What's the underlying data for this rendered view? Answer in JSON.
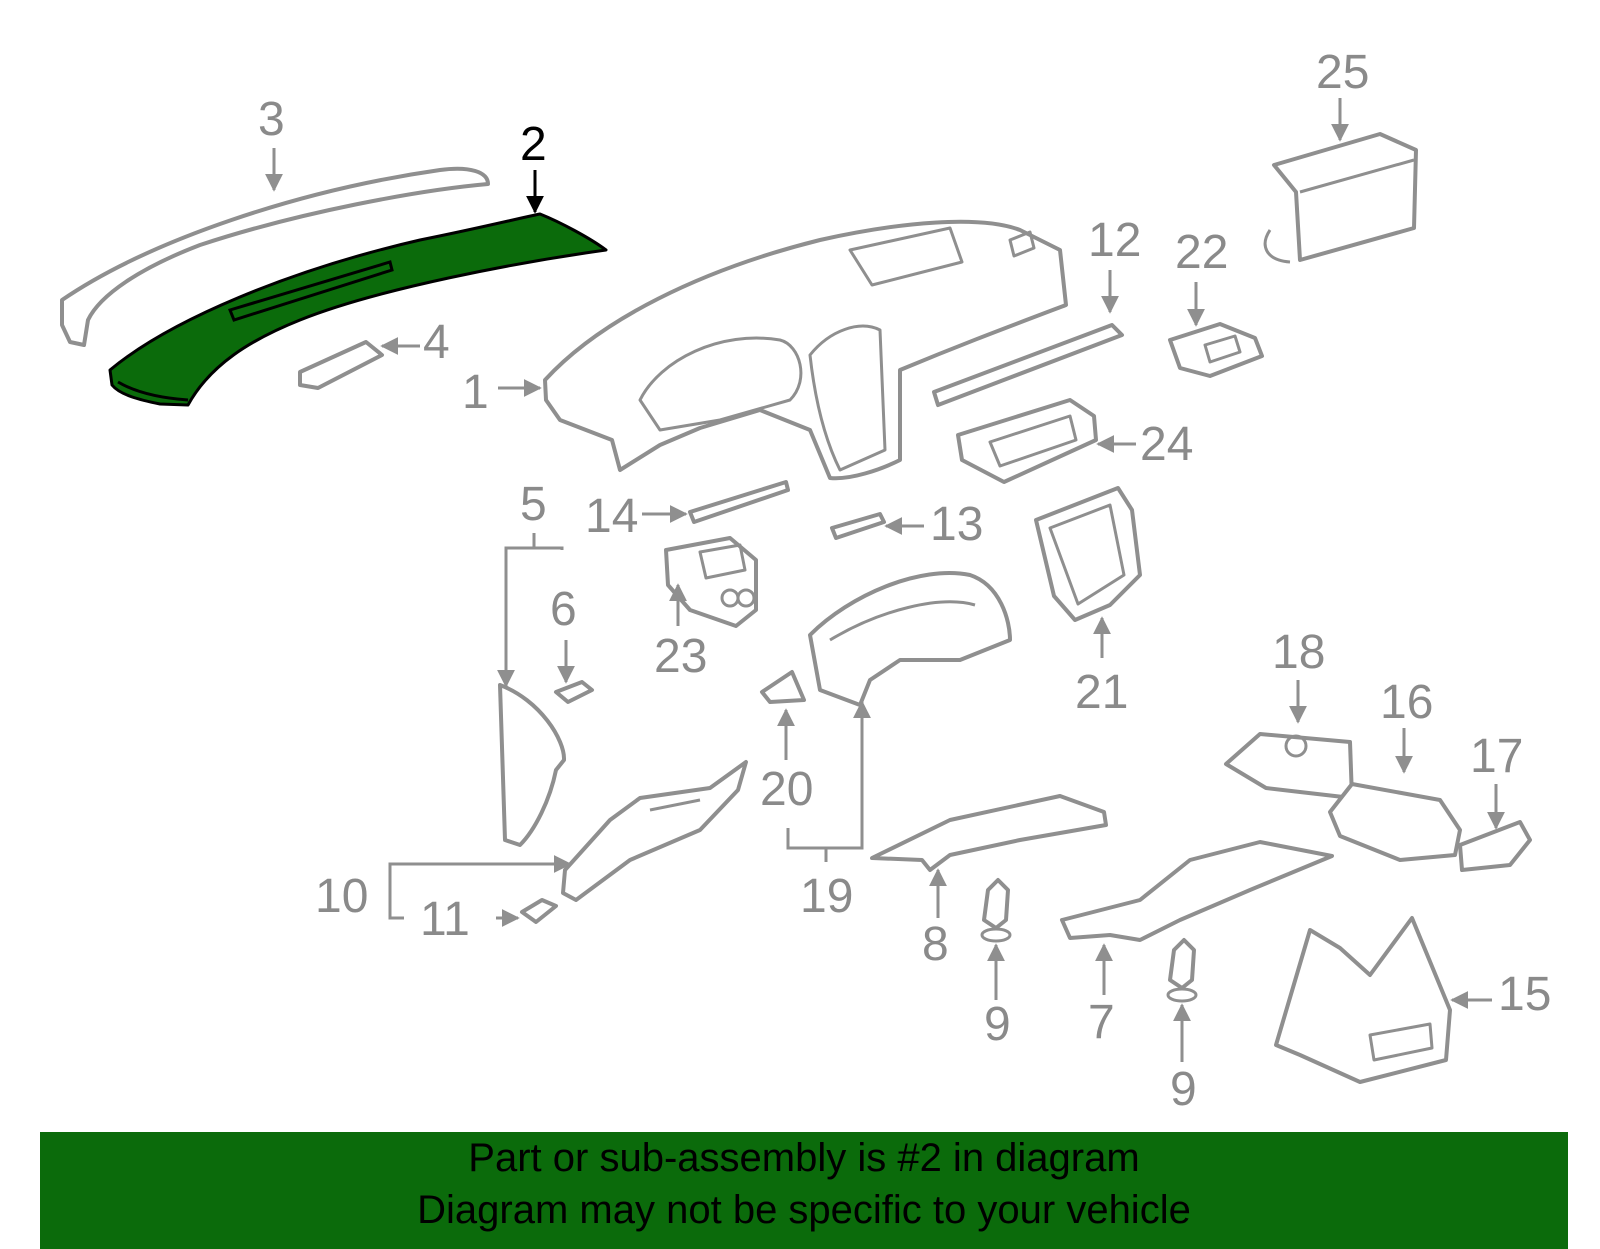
{
  "colors": {
    "highlight": "#0b6b0b",
    "part_stroke": "#8f8f8f",
    "callout_text": "#8a8a8a",
    "active_callout": "#000000"
  },
  "highlighted_part": "2",
  "callouts": [
    "1",
    "2",
    "3",
    "4",
    "5",
    "6",
    "7",
    "8",
    "9",
    "9",
    "10",
    "11",
    "12",
    "13",
    "14",
    "15",
    "16",
    "17",
    "18",
    "19",
    "20",
    "21",
    "22",
    "23",
    "24",
    "25"
  ],
  "banner": {
    "line1": "Part or sub-assembly is #2 in diagram",
    "line2": "Diagram may not be specific to your vehicle"
  }
}
